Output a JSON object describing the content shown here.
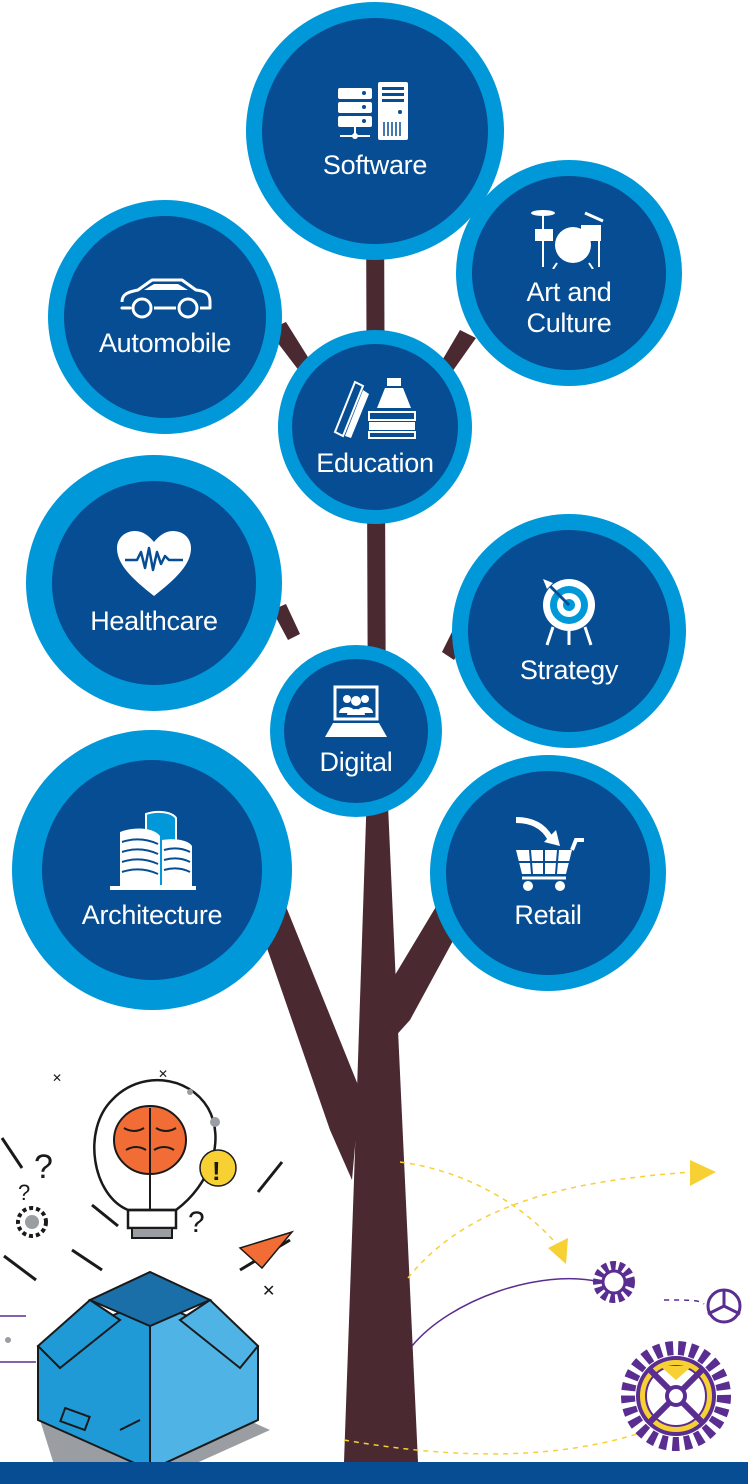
{
  "tree": {
    "nodes": [
      {
        "id": "software",
        "label": "Software",
        "icon": "server-icon"
      },
      {
        "id": "automobile",
        "label": "Automobile",
        "icon": "car-icon"
      },
      {
        "id": "art-and-culture",
        "label": "Art and\nCulture",
        "icon": "drum-kit-icon"
      },
      {
        "id": "education",
        "label": "Education",
        "icon": "books-icon"
      },
      {
        "id": "healthcare",
        "label": "Healthcare",
        "icon": "heartbeat-icon"
      },
      {
        "id": "strategy",
        "label": "Strategy",
        "icon": "target-icon"
      },
      {
        "id": "digital",
        "label": "Digital",
        "icon": "video-conference-icon"
      },
      {
        "id": "architecture",
        "label": "Architecture",
        "icon": "building-icon"
      },
      {
        "id": "retail",
        "label": "Retail",
        "icon": "shopping-cart-icon"
      }
    ]
  },
  "illustrations": {
    "idea_box": {
      "icon": "idea-box-icon",
      "symbols": [
        "?",
        "?",
        "?",
        "!"
      ]
    },
    "gears": {
      "icon": "gears-icon"
    }
  },
  "colors": {
    "ring": "#0098d9",
    "node": "#064d93",
    "trunk": "#4a2930",
    "footer": "#064d93",
    "accent_yellow": "#f7d033",
    "accent_purple": "#5a2d91",
    "accent_orange": "#f26c35"
  }
}
